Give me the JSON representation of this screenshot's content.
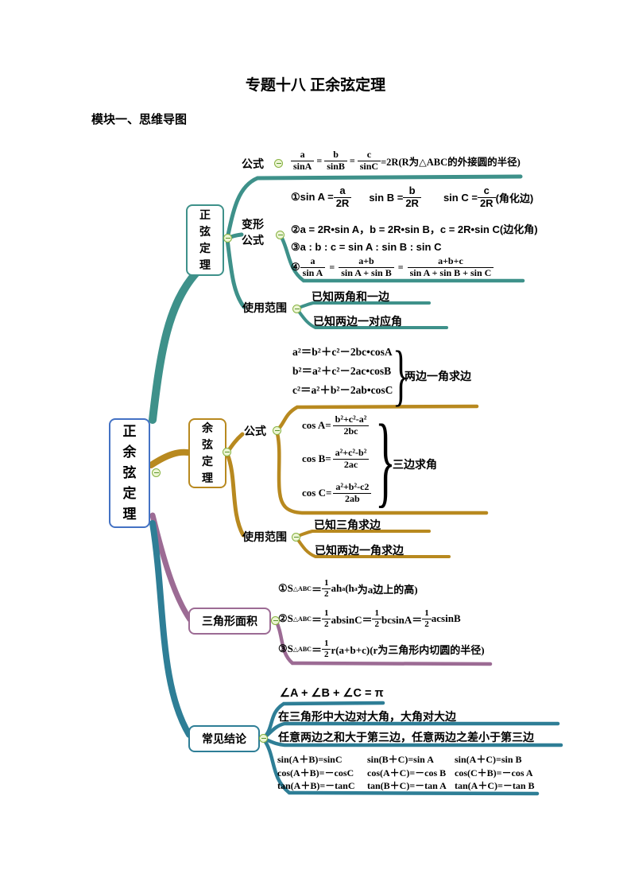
{
  "page": {
    "title": "专题十八 正余弦定理",
    "module_heading": "模块一、思维导图"
  },
  "colors": {
    "sine": "#3E918A",
    "cosine": "#B8891F",
    "area": "#9C6B94",
    "conclusions": "#2E7E96",
    "root_border": "#4472C4",
    "collapse_fill": "#EDF5D4",
    "collapse_stroke": "#86B240"
  },
  "root": {
    "label": "正余弦定理"
  },
  "sine": {
    "label": "正弦定理",
    "formula": {
      "label": "公式",
      "eq": "=",
      "f1n": "a",
      "f1d": "sinA",
      "f2n": "b",
      "f2d": "sinB",
      "f3n": "c",
      "f3d": "sinC",
      "tail": "=2R(R为△ABC的外接圆的半径)"
    },
    "variants": {
      "label": "变形公式",
      "i1": {
        "pre": "①sin A =",
        "f1n": "a",
        "f1d": "2R",
        "m1": "sin B =",
        "f2n": "b",
        "f2d": "2R",
        "m2": "sin C =",
        "f3n": "c",
        "f3d": "2R",
        "tail": "(角化边)"
      },
      "i2": "②a = 2R•sin A，b = 2R•sin B，c = 2R•sin C(边化角)",
      "i3": "③a : b : c = sin A : sin B : sin C",
      "i4": {
        "pre": "④",
        "eq": "=",
        "f1n": "a",
        "f1d": "sin A",
        "f2n": "a+b",
        "f2d": "sin A + sin B",
        "f3n": "a+b+c",
        "f3d": "sin A + sin B + sin C"
      }
    },
    "usage": {
      "label": "使用范围",
      "i1": "已知两角和一边",
      "i2": "已知两边一对应角"
    }
  },
  "cosine": {
    "label": "余弦定理",
    "formula_label": "公式",
    "squares": {
      "e1": "a²＝b²＋c²－2bc•cosA",
      "e2": "b²＝a²＋c²－2ac•cosB",
      "e3": "c²＝a²＋b²－2ab•cosC",
      "brace": "两边一角求边"
    },
    "ratios": {
      "r1pre": "cos A=",
      "r1n": "b²+c²-a²",
      "r1d": "2bc",
      "r2pre": "cos B=",
      "r2n": "a²+c²-b²",
      "r2d": "2ac",
      "r3pre": "cos C=",
      "r3n": "a²+b²-c2",
      "r3d": "2ab",
      "brace": "三边求角"
    },
    "usage": {
      "label": "使用范围",
      "i1": "已知三角求边",
      "i2": "已知两边一角求边"
    }
  },
  "area": {
    "label": "三角形面积",
    "i1": {
      "no": "①",
      "s": "S",
      "sub": "△ABC",
      "eq": "＝",
      "fn": "1",
      "fd": "2",
      "t1": "ah",
      "t1sub": "a",
      "t2": "(h",
      "t2sub": "a",
      "t3": "为a边上的高)"
    },
    "i2": {
      "no": "②",
      "s": "S",
      "sub": "△ABC",
      "eq": "＝",
      "fn": "1",
      "fd": "2",
      "t1": "absinC＝",
      "fn2": "1",
      "fd2": "2",
      "t2": "bcsinA＝",
      "fn3": "1",
      "fd3": "2",
      "t3": "acsinB"
    },
    "i3": {
      "no": "③",
      "s": "S",
      "sub": "△ABC",
      "eq": "＝",
      "fn": "1",
      "fd": "2",
      "t1": "r(a+b+c)(r为三角形内切圆的半径)"
    }
  },
  "conclusions": {
    "label": "常见结论",
    "angle_sum": "∠A + ∠B + ∠C = π",
    "rule1": "在三角形中大边对大角，大角对大边",
    "rule2": "任意两边之和大于第三边，任意两边之差小于第三边",
    "identities": [
      [
        "sin(A＋B)=sinC",
        "sin(B＋C)=sin A",
        "sin(A＋C)=sin B"
      ],
      [
        "cos(A＋B)=－cosC",
        "cos(A＋C)=－cos B",
        "cos(C＋B)=－cos A"
      ],
      [
        "tan(A＋B)=－tanC",
        "tan(B＋C)=－tan A",
        "tan(A＋C)=－tan B"
      ]
    ]
  }
}
